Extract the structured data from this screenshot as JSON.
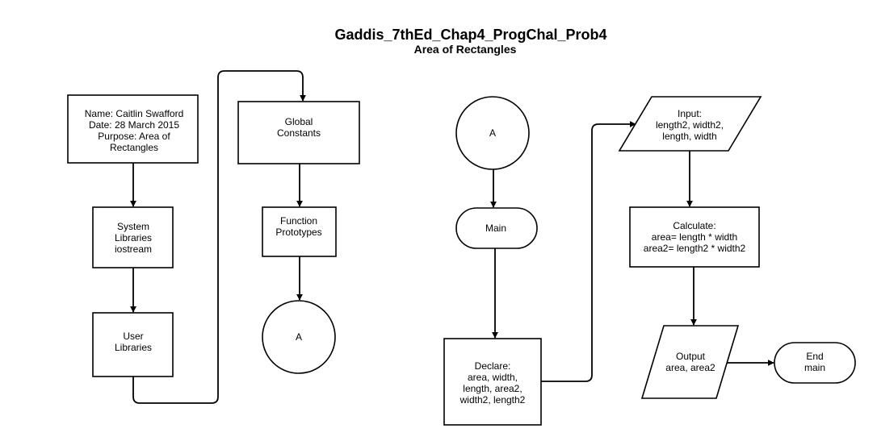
{
  "title": "Gaddis_7thEd_Chap4_ProgChal_Prob4",
  "subtitle": "Area of Rectangles",
  "nodes": {
    "header": [
      "Name: Caitlin Swafford",
      "Date: 28  March 2015",
      "Purpose: Area of",
      "Rectangles"
    ],
    "system_libraries": [
      "System",
      "Libraries",
      "iostream"
    ],
    "user_libraries": [
      "User",
      "Libraries"
    ],
    "global_constants": [
      "Global",
      "Constants"
    ],
    "function_prototypes": [
      "Function",
      "Prototypes"
    ],
    "connector_a_out": [
      "A"
    ],
    "connector_a_in": [
      "A"
    ],
    "main": [
      "Main"
    ],
    "declare": [
      "Declare:",
      "area, width,",
      "length, area2,",
      "width2, length2"
    ],
    "input": [
      "Input:",
      "length2, width2,",
      "length, width"
    ],
    "calculate": [
      "Calculate:",
      "area= length * width",
      "area2= length2 * width2"
    ],
    "output": [
      "Output",
      "area, area2"
    ],
    "end_main": [
      "End",
      "main"
    ]
  }
}
